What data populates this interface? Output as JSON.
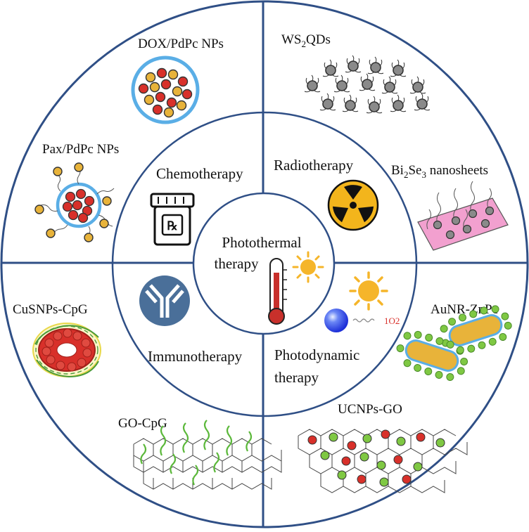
{
  "center": {
    "line1": "Photothermal",
    "line2": "therapy"
  },
  "quadrants": {
    "chemo": {
      "label": "Chemotherapy",
      "icon": "prescription-bottle-icon"
    },
    "radio": {
      "label": "Radiotherapy",
      "icon": "radiation-icon"
    },
    "immuno": {
      "label": "Immunotherapy",
      "icon": "antibody-icon"
    },
    "photodynamic": {
      "line1": "Photodynamic",
      "line2": "therapy",
      "singlet_oxygen": "1O2"
    }
  },
  "materials": {
    "dox": "DOX/PdPc NPs",
    "pax": "Pax/PdPc NPs",
    "ws2": {
      "pre": "WS",
      "sub": "2",
      "post": "QDs"
    },
    "bi2se3": {
      "pre": "Bi",
      "sub1": "2",
      "mid": "Se",
      "sub2": "3",
      "post": " nanosheets"
    },
    "cusnps": "CuSNPs-CpG",
    "gocpg": "GO-CpG",
    "aunr": "AuNR-ZnPc",
    "ucnps": "UCNPs-GO"
  },
  "colors": {
    "ring": "#2f4f86",
    "red_particle": "#d8302a",
    "yellow_particle": "#e8b33a",
    "blue_shell": "#5aaee6",
    "grey_dot": "#8a8a8a",
    "pink_sheet": "#f2a0cf",
    "green_dot": "#7fc843",
    "sun": "#f5b52a",
    "radiation_bg": "#f3b51c",
    "antibody_bg": "#4a6f99"
  }
}
